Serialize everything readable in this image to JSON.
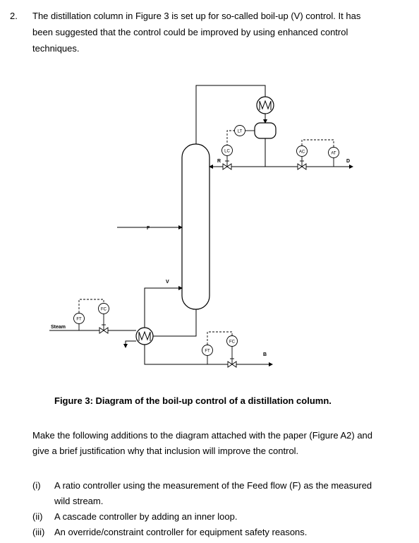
{
  "question": {
    "number": "2.",
    "lines": [
      "The distillation column in Figure 3 is set up for so-called boil-up (V) control. It has",
      "been suggested that the control could be improved by using enhanced control",
      "techniques."
    ]
  },
  "diagram": {
    "labels": {
      "R": "R",
      "D": "D",
      "F": "F",
      "V": "V",
      "B": "B",
      "steam": "Steam"
    },
    "instruments": {
      "LT": "LT",
      "LC": "LC",
      "AC": "AC",
      "AT": "AT",
      "FT_steam": "FT",
      "FC_steam": "FC",
      "FT_bottom": "FT",
      "FC_bottom": "FC"
    }
  },
  "caption": "Figure 3: Diagram of the boil-up control of a distillation column.",
  "instruction": {
    "lines": [
      "Make the following additions to the diagram attached with the paper (Figure A2) and",
      "give a brief justification why that inclusion will improve the control."
    ]
  },
  "items": [
    {
      "num": "(i)",
      "lines": [
        "A ratio controller using the measurement of the Feed flow (F) as the measured",
        "wild stream."
      ]
    },
    {
      "num": "(ii)",
      "lines": [
        "A cascade controller by adding an inner loop."
      ]
    },
    {
      "num": "(iii)",
      "lines": [
        "An override/constraint controller for equipment safety reasons."
      ]
    }
  ]
}
